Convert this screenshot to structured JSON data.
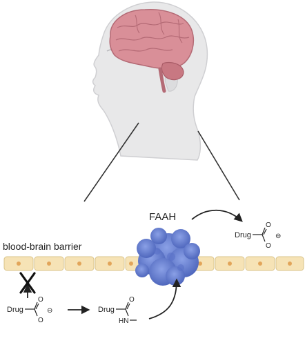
{
  "labels": {
    "enzyme": "FAAH",
    "barrier": "blood-brain barrier"
  },
  "molecules": {
    "product": {
      "group": "Drug",
      "o_top": "O",
      "o_bottom": "O",
      "charge": "⊖"
    },
    "acid": {
      "group": "Drug",
      "o_top": "O",
      "o_bottom": "O",
      "charge": "⊖"
    },
    "amide": {
      "group": "Drug",
      "o_top": "O",
      "nh": "HN"
    }
  },
  "colors": {
    "head_fill": "#e8e8e9",
    "head_outline": "#cfcfd2",
    "brain": "#d98f98",
    "brain_dark": "#b46a75",
    "cerebellum": "#c87882",
    "cell_fill": "#f6e3b6",
    "cell_border": "#d9c48c",
    "nucleus": "#e2a55a",
    "enzyme": "#6d86d6",
    "enzyme_dark": "#4f67bd",
    "arrow": "#222222"
  },
  "icons": [
    "head-silhouette-icon",
    "brain-icon",
    "faah-enzyme-icon",
    "blocked-x-icon"
  ]
}
